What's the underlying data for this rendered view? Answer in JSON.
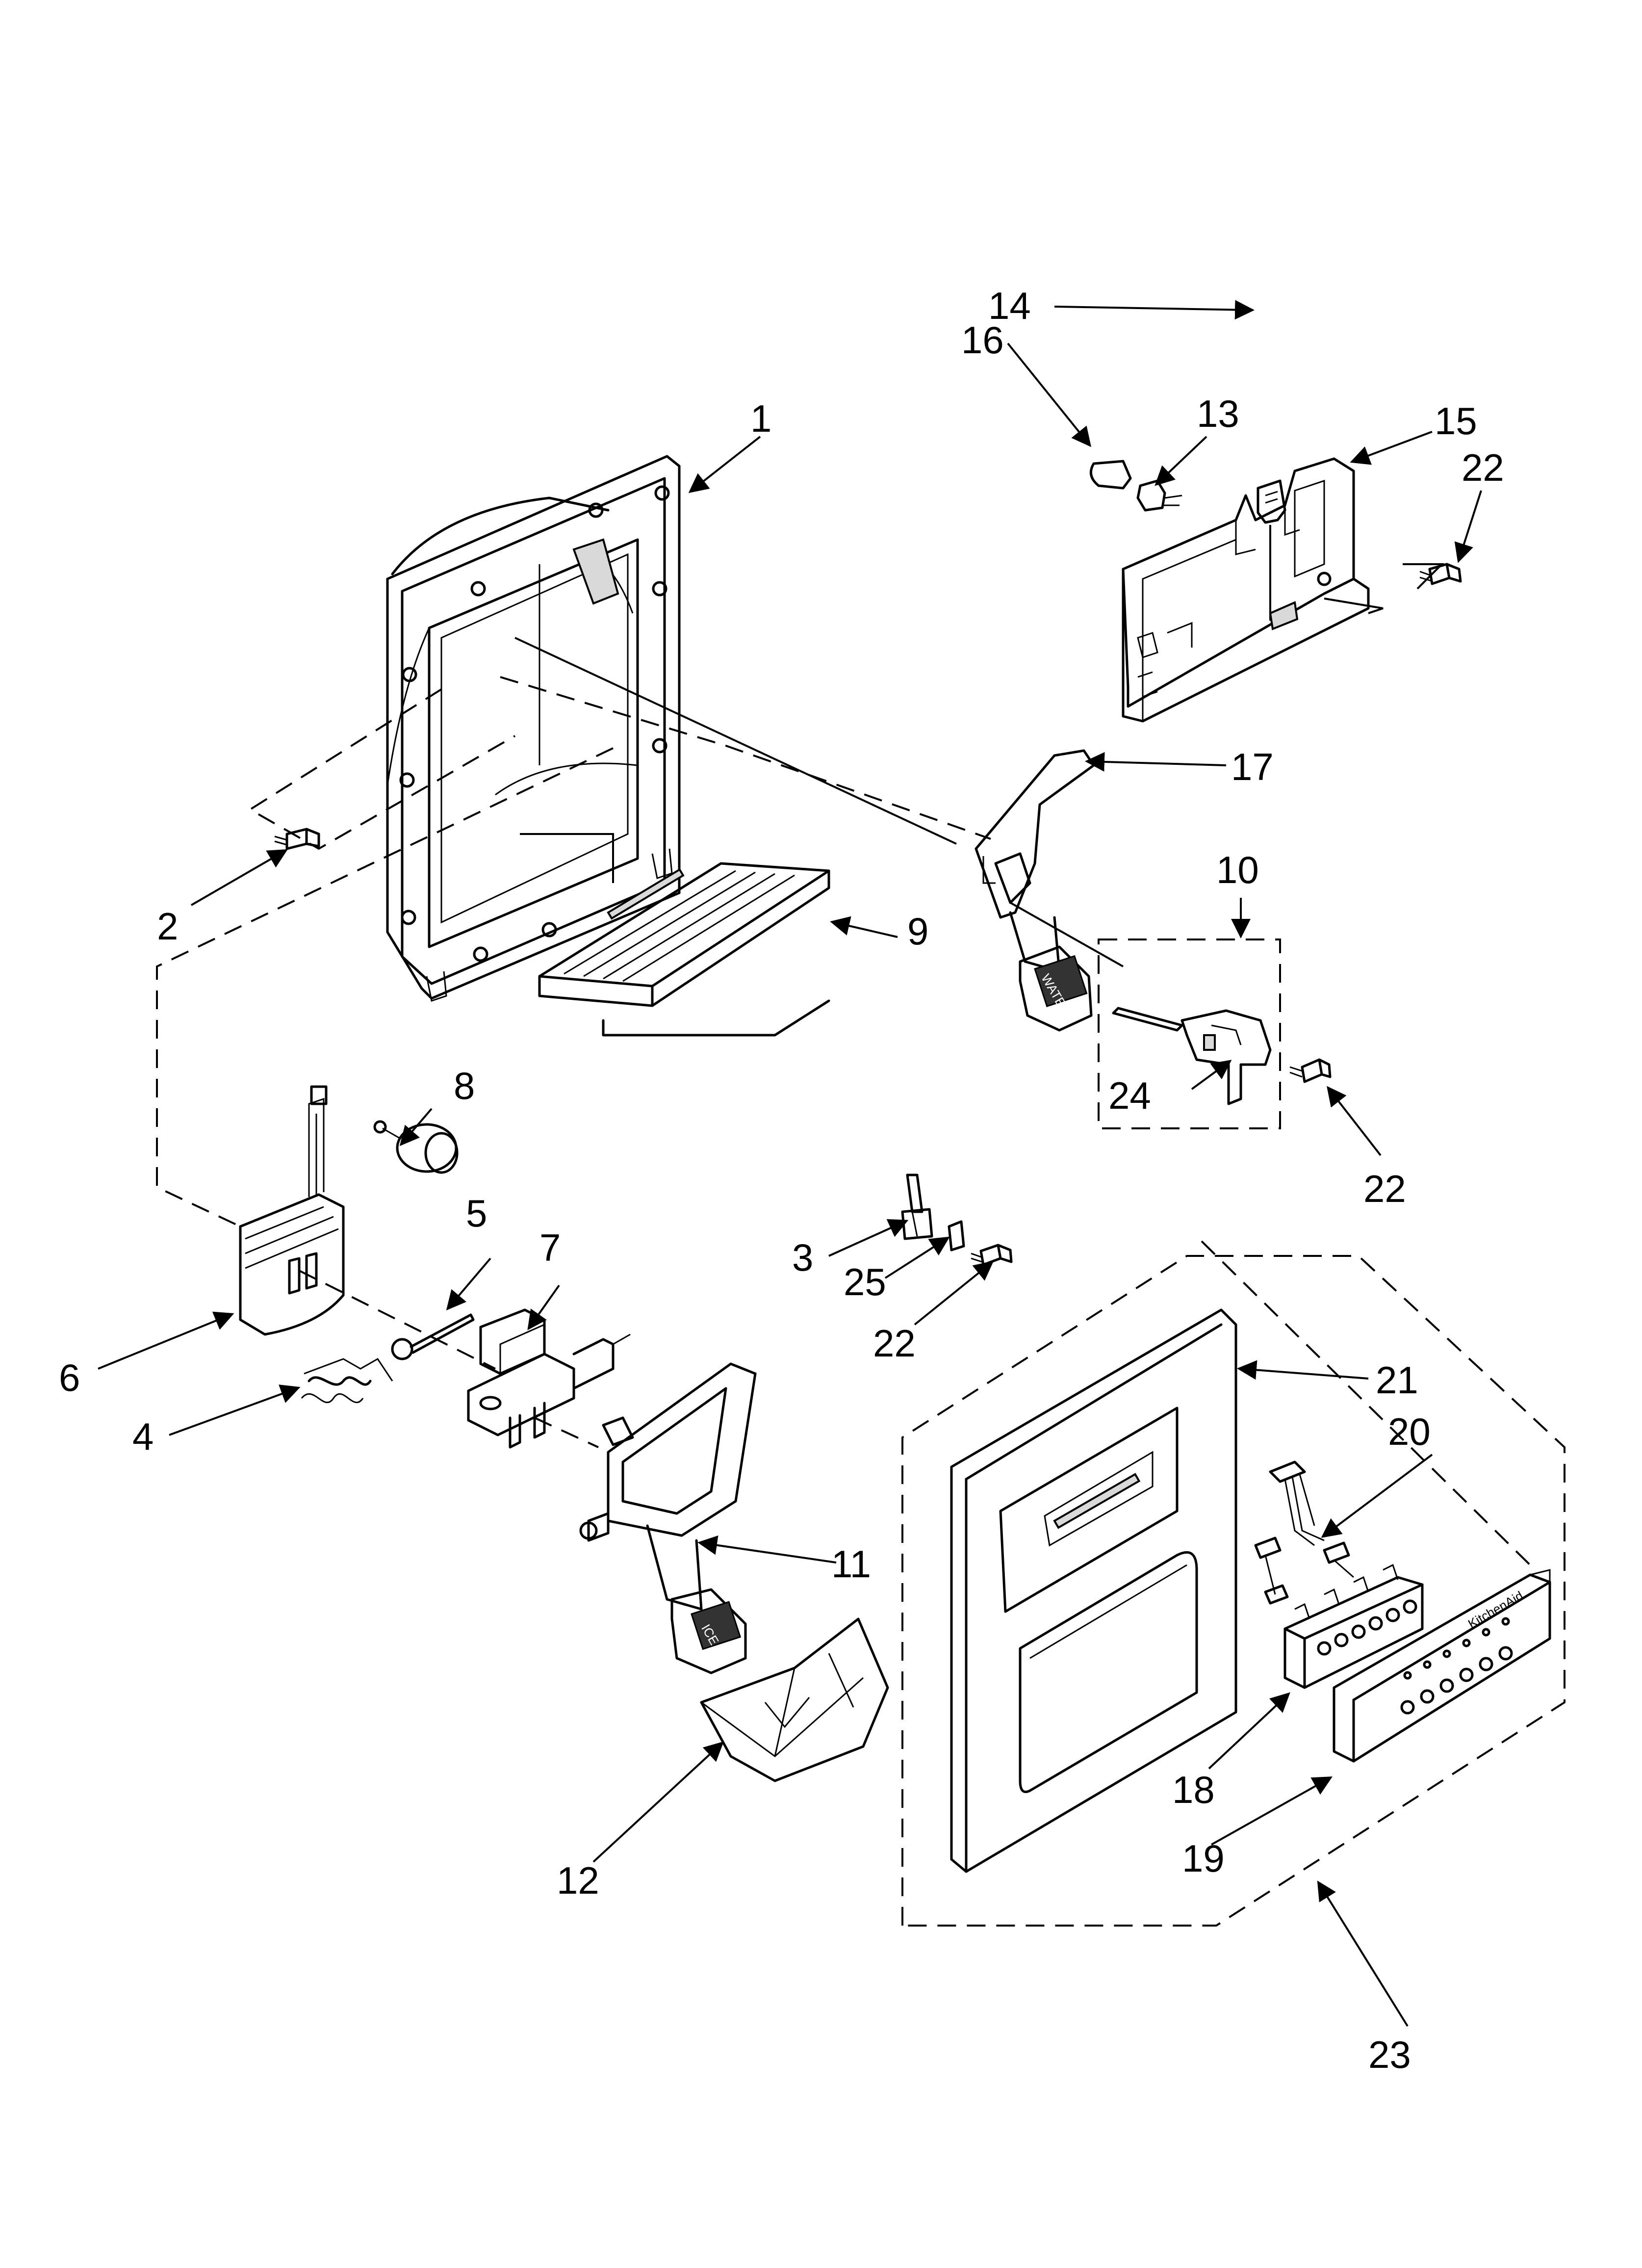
{
  "parts": {
    "p1": "1",
    "p2": "2",
    "p3": "3",
    "p4": "4",
    "p5": "5",
    "p6": "6",
    "p7": "7",
    "p8": "8",
    "p9": "9",
    "p10": "10",
    "p11": "11",
    "p12": "12",
    "p13": "13",
    "p14": "14",
    "p15": "15",
    "p16": "16",
    "p17": "17",
    "p18": "18",
    "p19": "19",
    "p20": "20",
    "p21": "21",
    "p22a": "22",
    "p22b": "22",
    "p22c": "22",
    "p23": "23",
    "p24": "24",
    "p25": "25"
  },
  "pad_labels": {
    "water": "WATER",
    "ice": "ICE"
  },
  "brand_mark": "KitchenAid"
}
